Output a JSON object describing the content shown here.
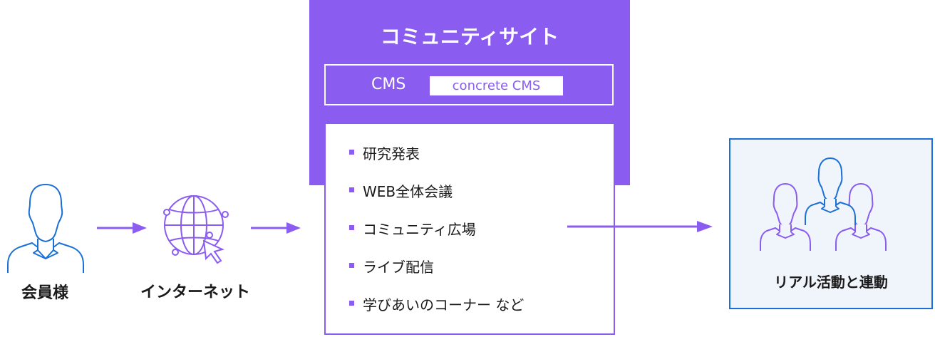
{
  "member": {
    "label": "会員様",
    "icon": "person-icon"
  },
  "internet": {
    "label": "インターネット",
    "icon": "globe-cursor-icon"
  },
  "community_site": {
    "title": "コミュニティサイト",
    "cms_label": "CMS",
    "cms_product": "concrete CMS",
    "features": [
      "研究発表",
      "WEB全体会議",
      "コミュニティ広場",
      "ライブ配信",
      "学びあいのコーナー など"
    ]
  },
  "real_activity": {
    "label": "リアル活動と連動",
    "icon": "group-icon"
  },
  "colors": {
    "accent": "#8a5cf0",
    "member_blue": "#1a70d6",
    "real_box_bg": "#f0f4fb"
  }
}
